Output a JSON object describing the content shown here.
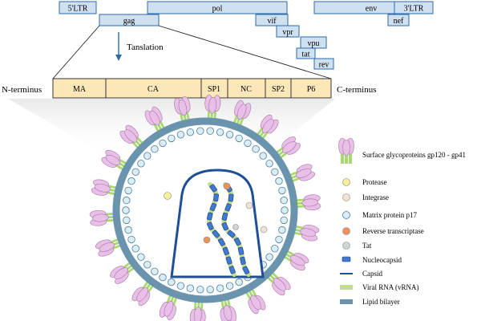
{
  "genome": {
    "genes": [
      "5'LTR",
      "gag",
      "pol",
      "vif",
      "vpr",
      "vpu",
      "tat",
      "rev",
      "env",
      "nef",
      "3'LTR"
    ],
    "translation_label": "Tanslation"
  },
  "polyprotein": {
    "left_label": "N-terminus",
    "right_label": "C-terminus",
    "segments": [
      "MA",
      "CA",
      "SP1",
      "NC",
      "SP2",
      "P6"
    ]
  },
  "legend": {
    "items": [
      "Surface glycoproteins gp120 - gp41",
      "Protease",
      "Integrase",
      "Matrix protein p17",
      "Reverse transcriptase",
      "Tat",
      "Nucleocapsid",
      "Capsid",
      "Viral RNA (vRNA)",
      "Lipid bilayer"
    ]
  },
  "colors": {
    "gene_box_fill": "#cfe0f1",
    "gene_box_stroke": "#2e6aa5",
    "polyprotein_fill": "#fbe7b8",
    "lipid_bilayer": "#6a93ad",
    "matrix": "#dbeef5",
    "glycoprotein_head": "#e8bfe6",
    "glycoprotein_stem": "#a8d96f",
    "capsid_stroke": "#1f4f96",
    "viral_rna": "#c4dc8f",
    "nucleocapsid": "#3f7ad0",
    "protease": "#f3ef9a",
    "integrase": "#f0e3d6",
    "reverse_transcriptase": "#ea9259",
    "tat": "#cfd5d2"
  }
}
